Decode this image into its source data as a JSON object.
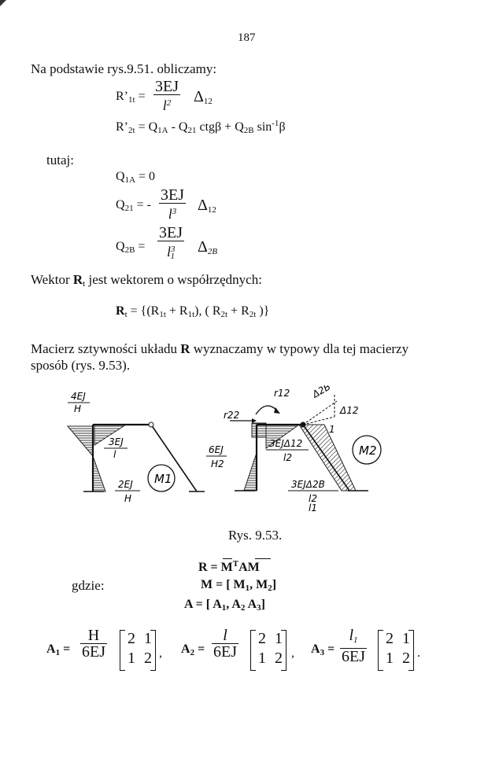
{
  "page_number": "187",
  "line1": "Na podstawie rys.9.51. obliczamy:",
  "eq1": {
    "lhs": "R’",
    "lhs_sub": "1t",
    "eq": "=",
    "num": "3EJ",
    "den": "l",
    "den_sup": "2",
    "delta": "Δ",
    "delta_sub": "12"
  },
  "eq2": {
    "lhs": "R’",
    "lhs_sub": "2t",
    "rest_a": "= Q",
    "sub_a": "1A",
    "rest_b": " - Q",
    "sub_b": "21",
    "rest_c": " ctgβ + Q",
    "sub_c": "2B",
    "rest_d": " sin",
    "sup_d": "-1",
    "rest_e": "β"
  },
  "tutaj": "tutaj:",
  "eq3": {
    "lhs": "Q",
    "lhs_sub": "1A",
    "rhs": "= 0"
  },
  "eq4": {
    "lhs": "Q",
    "lhs_sub": "21",
    "eq": "= -",
    "num": "3EJ",
    "den": "l",
    "den_sup": "3",
    "delta": "Δ",
    "delta_sub": "12"
  },
  "eq5": {
    "lhs": "Q",
    "lhs_sub": "2B",
    "eq": "=",
    "num": "3EJ",
    "den": "l",
    "den_sup": "3",
    "den_sub": "1",
    "delta": "Δ",
    "delta_sub": "2B"
  },
  "line2_a": "Wektor ",
  "line2_b": "R",
  "line2_sub": "t",
  "line2_c": " jest wektorem o współrzędnych:",
  "eq6": {
    "lhs": "R",
    "lhs_sub": "t",
    "p1": " = {(R",
    "s1": "1t",
    "p2": " + R",
    "s2": "1t",
    "p3": "),  ( R",
    "s3": "2t",
    "p4": " + R",
    "s4": "2t",
    "p5": " )}"
  },
  "para1": "Macierz sztywności układu R wyznaczamy w typowy dla tej macierzy",
  "para1_pre": "Macierz sztywności układu ",
  "para1_bold": "R",
  "para1_post": " wyznaczamy w typowy dla tej macierzy",
  "para2": "sposób (rys. 9.53).",
  "figure": {
    "labels": [
      "4EJ",
      "H",
      "3EJ",
      "l",
      "2EJ",
      "H",
      "M1",
      "r12",
      "r22",
      "Δ2B",
      "Δ12",
      "6EJ",
      "H2",
      "3EJΔ12",
      "l2",
      "M2",
      "3EJΔ2B",
      "l2",
      "l1",
      "1"
    ]
  },
  "caption": "Rys. 9.53.",
  "gdzie": "gdzie:",
  "eqR": "R = M",
  "eqR_sup": "T",
  "eqR_rest": "AM",
  "eqM": {
    "a": "M = [ M",
    "s1": "1",
    "b": ",  M",
    "s2": "2",
    "c": "]"
  },
  "eqA": {
    "a": "A = [ A",
    "s1": "1",
    "b": ",  A",
    "s2": "2",
    "c": "  A",
    "s3": "3",
    "d": "]"
  },
  "matrices": [
    {
      "lhs": "A",
      "lhs_sub": "1",
      "num": "H",
      "den": "6EJ",
      "cells": [
        "2",
        "1",
        "1",
        "2"
      ],
      "sep": ","
    },
    {
      "lhs": "A",
      "lhs_sub": "2",
      "num": "l",
      "den": "6EJ",
      "cells": [
        "2",
        "1",
        "1",
        "2"
      ],
      "sep": ","
    },
    {
      "lhs": "A",
      "lhs_sub": "3",
      "num": "l",
      "num_sub": "1",
      "den": "6EJ",
      "cells": [
        "2",
        "1",
        "1",
        "2"
      ],
      "sep": "."
    }
  ]
}
